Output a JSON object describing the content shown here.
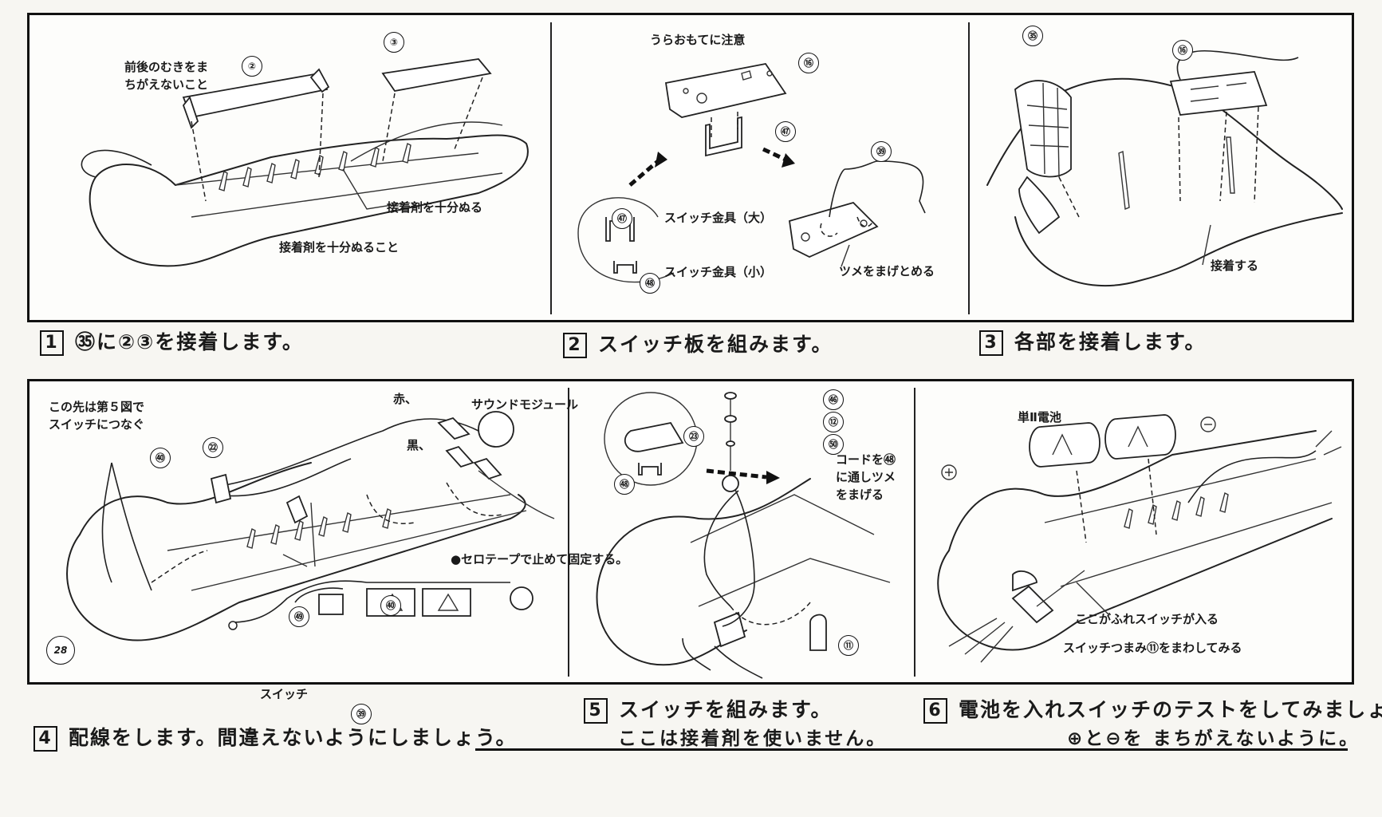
{
  "steps": [
    {
      "number": "1",
      "title": "㉟に②③を接着します。",
      "labels": [
        "前後のむきをま\nちがえないこと",
        "接着剤を十分ぬる",
        "接着剤を十分ぬること"
      ],
      "callouts": [
        "②",
        "③"
      ]
    },
    {
      "number": "2",
      "title": "スイッチ板を組みます。",
      "labels": [
        "うらおもてに注意",
        "スイッチ金具（大）",
        "スイッチ金具（小）",
        "ツメをまげとめる"
      ],
      "callouts": [
        "⑯",
        "㊼",
        "㊴",
        "㊼",
        "㊽"
      ]
    },
    {
      "number": "3",
      "title": "各部を接着します。",
      "labels": [
        "接着する"
      ],
      "callouts": [
        "㉟",
        "⑯"
      ]
    },
    {
      "number": "4",
      "title": "配線をします。間違えないようにしましょう。",
      "labels": [
        "この先は第５図で\nスイッチにつなぐ",
        "赤、",
        "サウンドモジュール",
        "黒、",
        "●セロテープで止めて固定する。",
        "スイッチ"
      ],
      "callouts": [
        "㊵",
        "㉒",
        "㊾",
        "㊵",
        "㊴"
      ],
      "handwritten": "28"
    },
    {
      "number": "5",
      "title": "スイッチを組みます。",
      "subtitle": "ここは接着剤を使いません。",
      "labels": [
        "コードを㊽\nに通しツメ\nをまげる"
      ],
      "callouts": [
        "㊻",
        "⑫",
        "㊿",
        "㉓",
        "㊽",
        "⑪"
      ]
    },
    {
      "number": "6",
      "title": "電池を入れスイッチのテストをしてみましょう。",
      "subtitle": "⊕と⊖を まちがえないように。",
      "labels": [
        "単Ⅱ電池",
        "ここがふれスイッチが入る",
        "スイッチつまみ⑪をまわしてみる"
      ]
    }
  ]
}
